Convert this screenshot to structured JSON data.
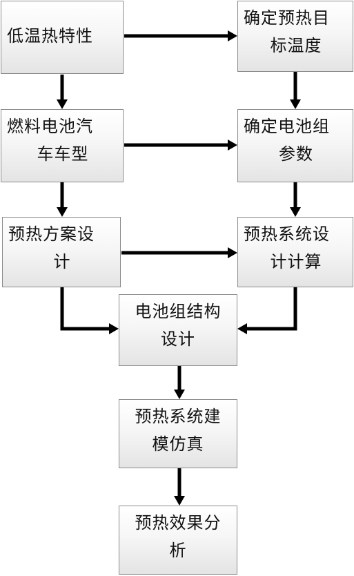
{
  "nodes": {
    "low_temp": {
      "lines": [
        "低温热特性"
      ]
    },
    "preheat_target": {
      "lines": [
        "确定预热目",
        "标温度"
      ]
    },
    "vehicle_type": {
      "lines": [
        "燃料电池汽",
        "车车型"
      ]
    },
    "pack_params": {
      "lines": [
        "确定电池组",
        "参数"
      ]
    },
    "scheme_design": {
      "lines": [
        "预热方案设",
        "计"
      ]
    },
    "system_calc": {
      "lines": [
        "预热系统设",
        "计计算"
      ]
    },
    "pack_structure": {
      "lines": [
        "电池组结构",
        "设计"
      ]
    },
    "modeling_sim": {
      "lines": [
        "预热系统建",
        "模仿真"
      ]
    },
    "effect_analysis": {
      "lines": [
        "预热效果分",
        "析"
      ]
    }
  },
  "edges": [
    {
      "from": "low_temp",
      "to": "preheat_target"
    },
    {
      "from": "low_temp",
      "to": "vehicle_type"
    },
    {
      "from": "preheat_target",
      "to": "pack_params"
    },
    {
      "from": "vehicle_type",
      "to": "pack_params"
    },
    {
      "from": "vehicle_type",
      "to": "scheme_design"
    },
    {
      "from": "pack_params",
      "to": "system_calc"
    },
    {
      "from": "scheme_design",
      "to": "system_calc"
    },
    {
      "from": "scheme_design",
      "to": "pack_structure"
    },
    {
      "from": "system_calc",
      "to": "pack_structure"
    },
    {
      "from": "pack_structure",
      "to": "modeling_sim"
    },
    {
      "from": "modeling_sim",
      "to": "effect_analysis"
    }
  ],
  "colors": {
    "border": "#8a8a8a",
    "arrow": "#000000",
    "box_top": "#ffffff",
    "box_bottom": "#e4e4e4"
  }
}
